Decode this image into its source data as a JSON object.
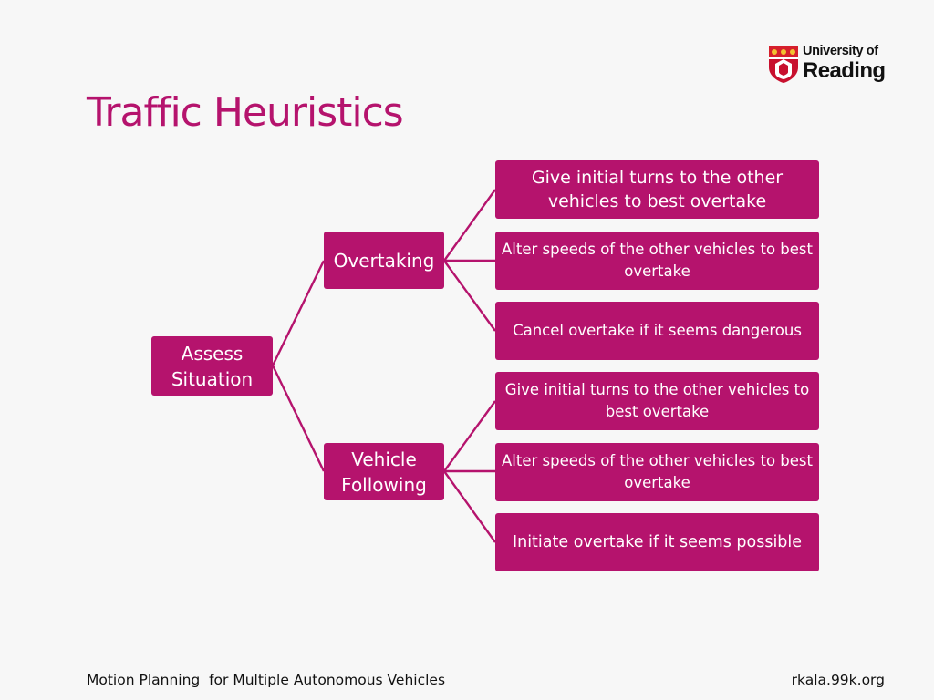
{
  "slide": {
    "title": "Traffic Heuristics"
  },
  "logo": {
    "line1": "University of",
    "line2": "Reading"
  },
  "diagram": {
    "root": "Assess Situation",
    "branches": [
      {
        "label": "Overtaking",
        "leaves": [
          "Give initial turns to the other vehicles to best overtake",
          "Alter speeds of the other vehicles to best overtake",
          "Cancel overtake if it seems dangerous"
        ]
      },
      {
        "label": "Vehicle Following",
        "leaves": [
          "Give initial turns to the other vehicles to best overtake",
          "Alter speeds of the other vehicles to best overtake",
          "Initiate overtake if it seems possible"
        ]
      }
    ]
  },
  "footer": {
    "left": "Motion Planning  for Multiple Autonomous Vehicles",
    "right": "rkala.99k.org"
  },
  "colors": {
    "accent": "#b5136d",
    "background": "#f7f7f7",
    "text": "#111111"
  }
}
